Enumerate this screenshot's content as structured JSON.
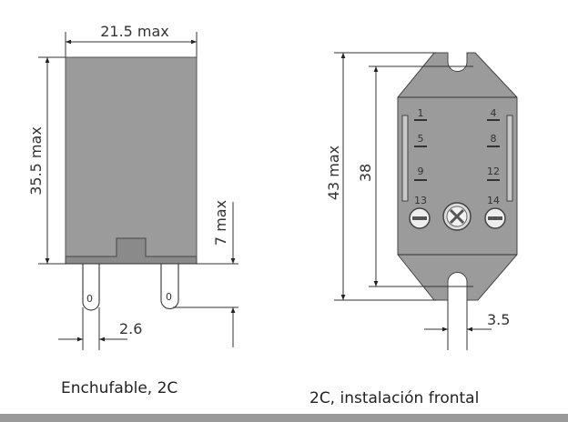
{
  "left_drawing": {
    "width_label": "21.5 max",
    "height_label": "35.5 max",
    "pin_length_label": "7 max",
    "pin_width_label": "2.6",
    "pin_marks": [
      "0",
      "0"
    ],
    "caption": "Enchufable, 2C"
  },
  "right_drawing": {
    "total_height_label": "43 max",
    "hole_spacing_label": "38",
    "slot_width_label": "3.5",
    "terminals": [
      "1",
      "4",
      "5",
      "8",
      "9",
      "12",
      "13",
      "14"
    ],
    "caption": "2C, instalación frontal"
  },
  "colors": {
    "body": "#9b9b9b",
    "band": "#7d7d7d",
    "line": "#333333"
  }
}
